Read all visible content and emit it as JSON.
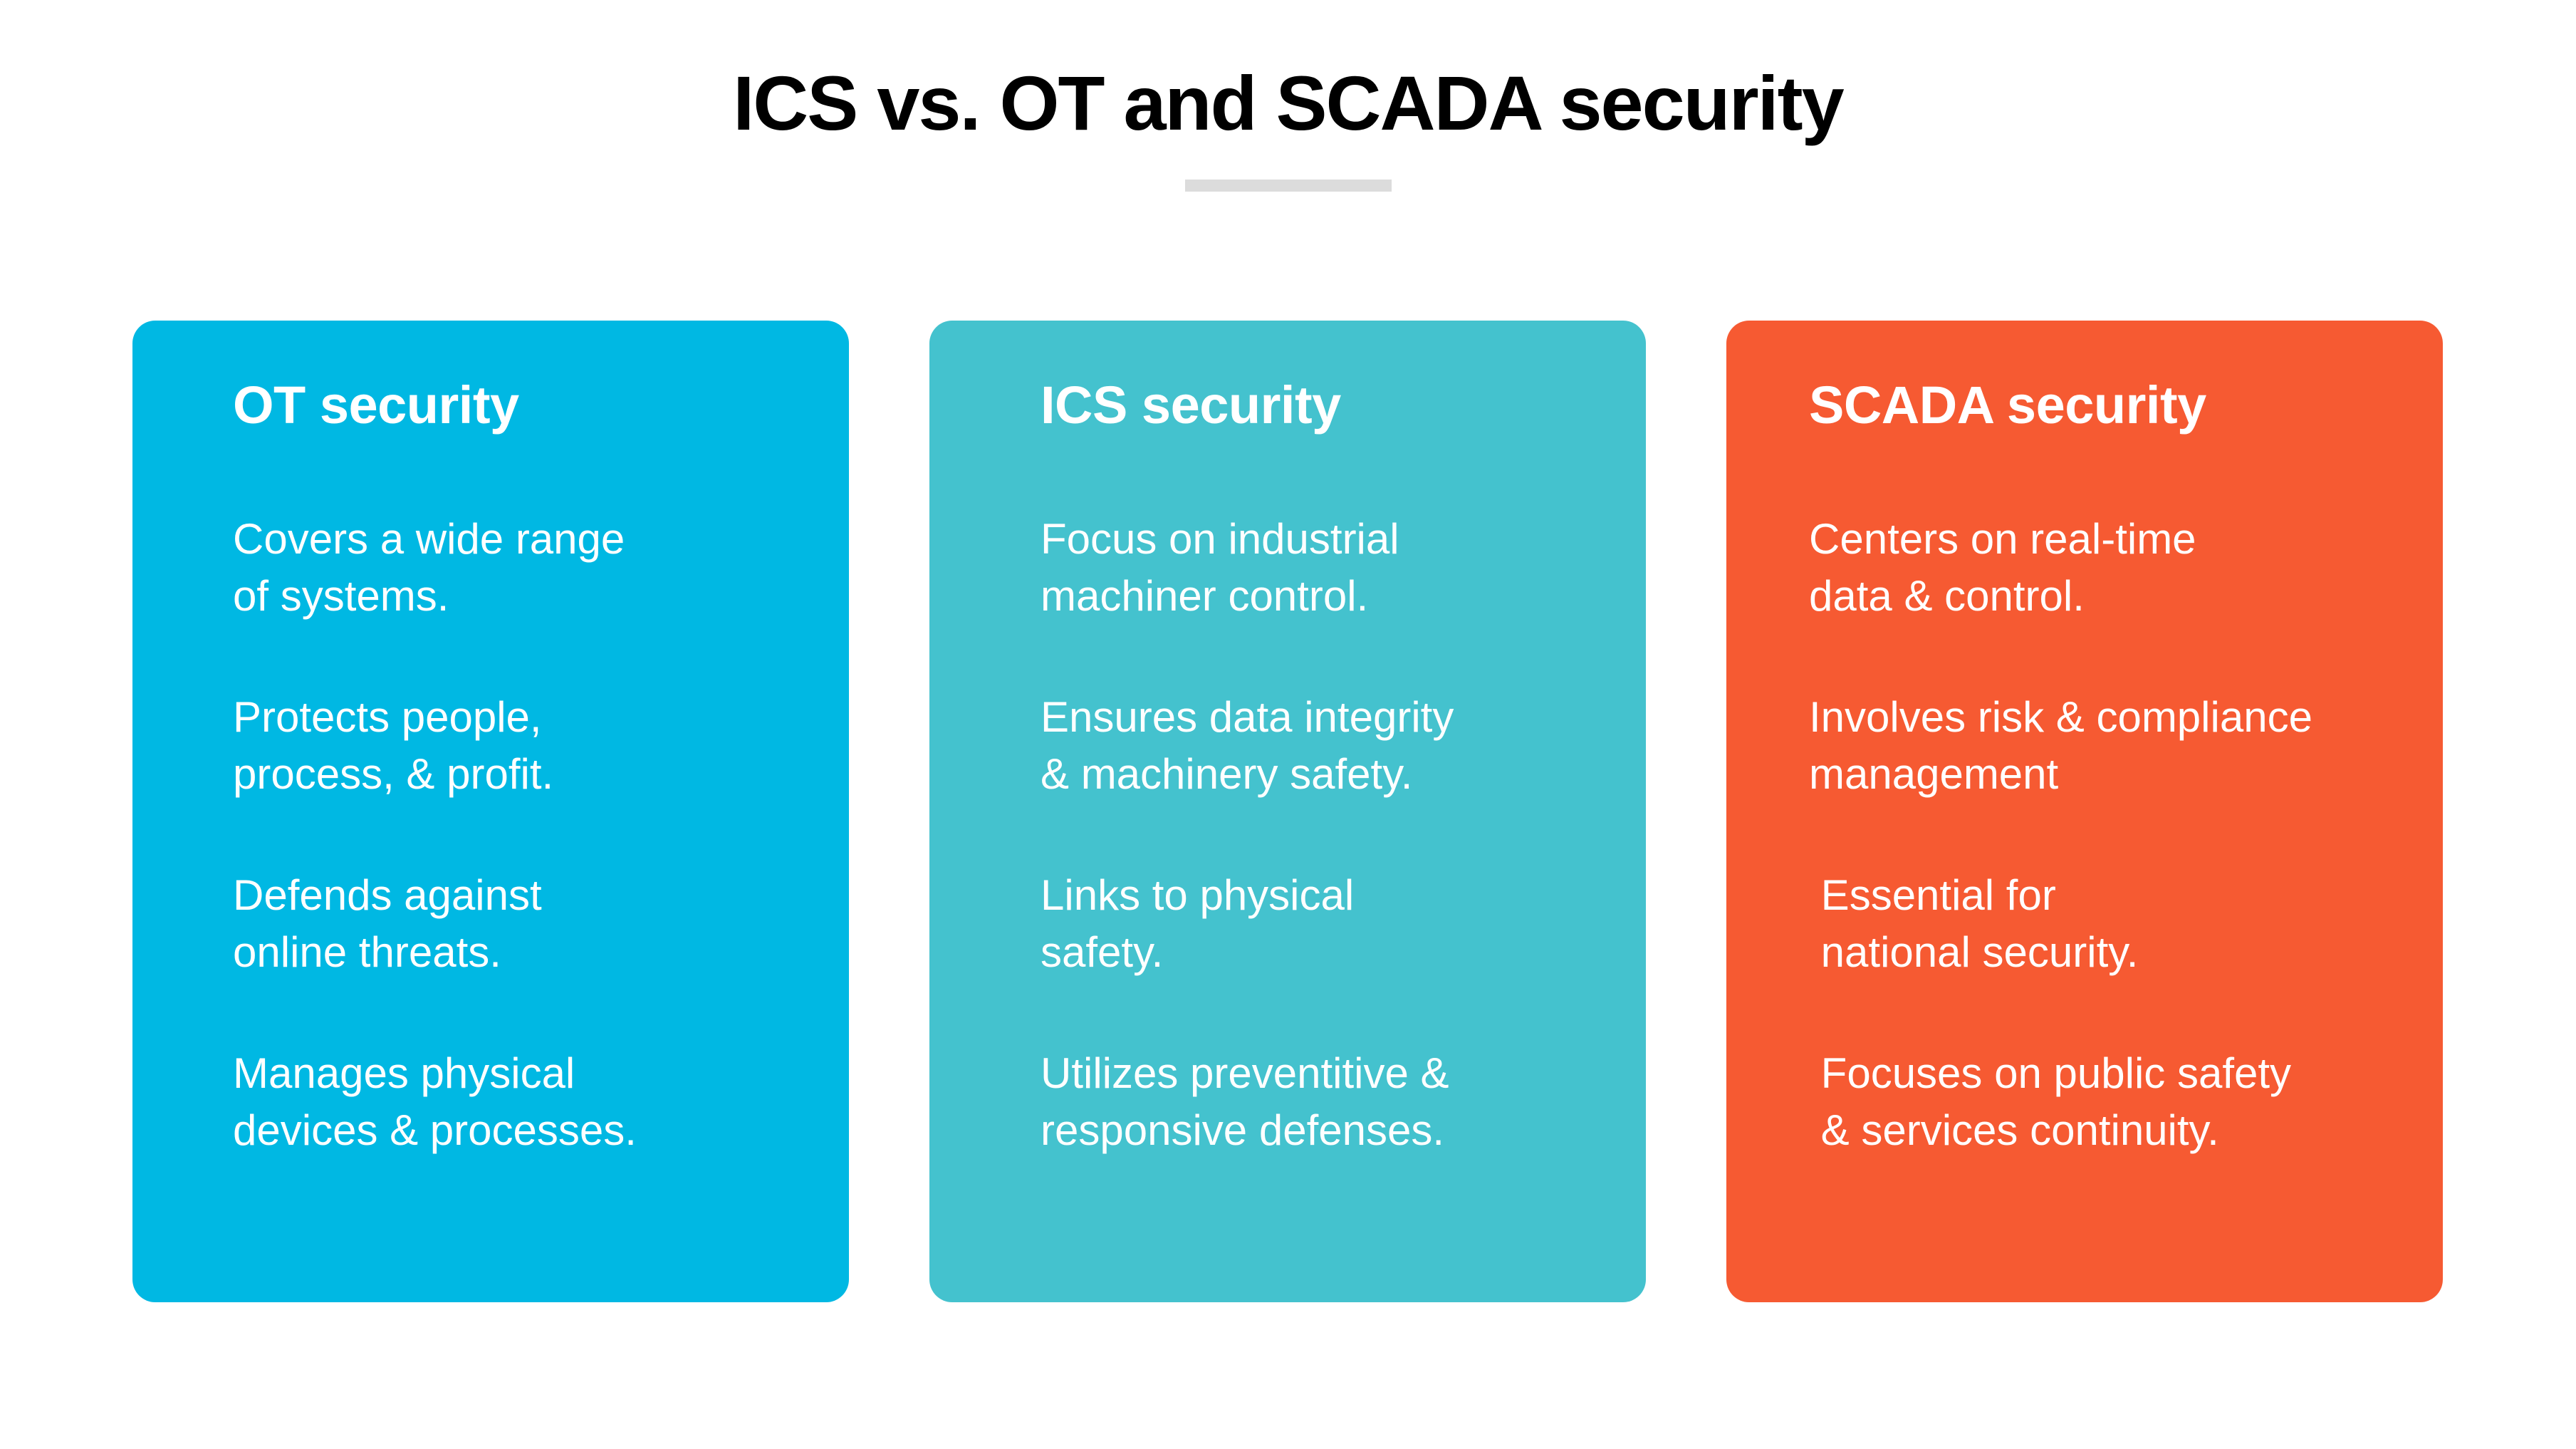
{
  "title": "ICS vs. OT and SCADA security",
  "colors": {
    "background": "#ffffff",
    "title_text": "#000000",
    "divider": "#dcdcdc",
    "card_text": "#ffffff",
    "ot_card": "#00b8e3",
    "ics_card": "#44c2ce",
    "scada_card": "#f65a32"
  },
  "cards": [
    {
      "heading": "OT security",
      "color": "#00b8e3",
      "points": [
        "Covers a wide range\nof systems.",
        "Protects people,\nprocess, & profit.",
        "Defends against\nonline threats.",
        "Manages physical\ndevices & processes."
      ]
    },
    {
      "heading": "ICS security",
      "color": "#44c2ce",
      "points": [
        "Focus on industrial\nmachiner control.",
        "Ensures data integrity\n& machinery safety.",
        "Links to physical\nsafety.",
        "Utilizes preventitive &\nresponsive defenses."
      ]
    },
    {
      "heading": "SCADA security",
      "color": "#f65a32",
      "points": [
        "Centers on real-time\ndata & control.",
        "Involves risk & compliance\nmanagement",
        " Essential for\n national security.",
        " Focuses on public safety\n & services continuity."
      ]
    }
  ]
}
